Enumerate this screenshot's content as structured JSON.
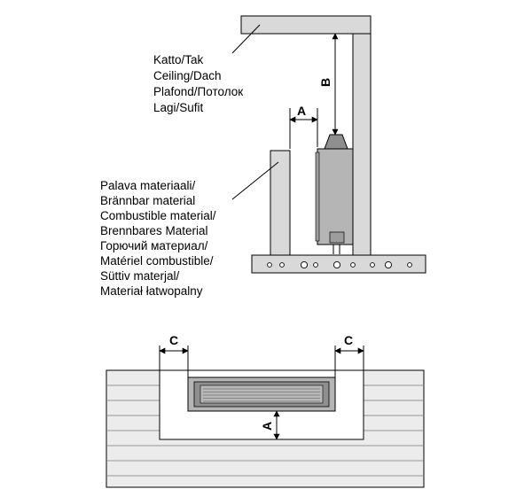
{
  "labels": {
    "ceiling": [
      "Katto/Tak",
      "Ceiling/Dach",
      "Plafond/Потолок",
      "Lagi/Sufit"
    ],
    "combustible": [
      "Palava materiaali/",
      "Brännbar material",
      "Combustible material/",
      "Brennbares Material",
      "Горючий материал/",
      "Matériel combustible/",
      "Süttiv materjal/",
      "Materiał łatwopalny"
    ]
  },
  "dimensions": {
    "a_side": "A",
    "b_vertical": "B",
    "c_left": "C",
    "c_right": "C",
    "a_top": "A"
  },
  "colors": {
    "panel_fill": "#d9d9d9",
    "heater_fill": "#b5b5b5",
    "line": "#000000"
  }
}
